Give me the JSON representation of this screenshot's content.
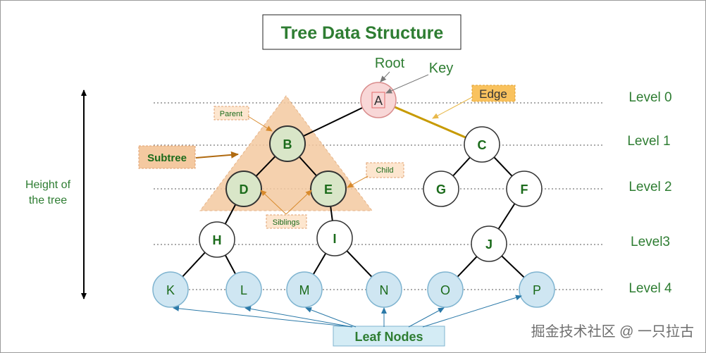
{
  "title": "Tree Data Structure",
  "labels": {
    "root": "Root",
    "key": "Key",
    "edge": "Edge",
    "parent": "Parent",
    "child": "Child",
    "subtree": "Subtree",
    "siblings": "Siblings",
    "height_line1": "Height of",
    "height_line2": "the tree",
    "leaf_nodes": "Leaf Nodes"
  },
  "levels": [
    "Level 0",
    "Level 1",
    "Level 2",
    "Level3",
    "Level 4"
  ],
  "nodes": {
    "A": "A",
    "B": "B",
    "C": "C",
    "D": "D",
    "E": "E",
    "G": "G",
    "F": "F",
    "H": "H",
    "I": "I",
    "J": "J",
    "K": "K",
    "L": "L",
    "M": "M",
    "N": "N",
    "O": "O",
    "P": "P"
  },
  "watermark": "掘金技术社区 @ 一只拉古",
  "colors": {
    "title_green": "#2e7d32",
    "node_green_text": "#1b6b1b",
    "root_fill": "#f8d7d7",
    "root_stroke": "#d98c8c",
    "subtree_fill": "#f4c9a0",
    "subtree_node_fill": "#d9e6c8",
    "leaf_fill": "#cfe6f2",
    "leaf_stroke": "#7fb4d0",
    "edge_highlight": "#c79a00",
    "edge_label_fill": "#f9c25e",
    "leaf_box_fill": "#d4ecf5",
    "arrow_blue": "#2b79a8",
    "arrow_orange": "#d88a2c"
  }
}
